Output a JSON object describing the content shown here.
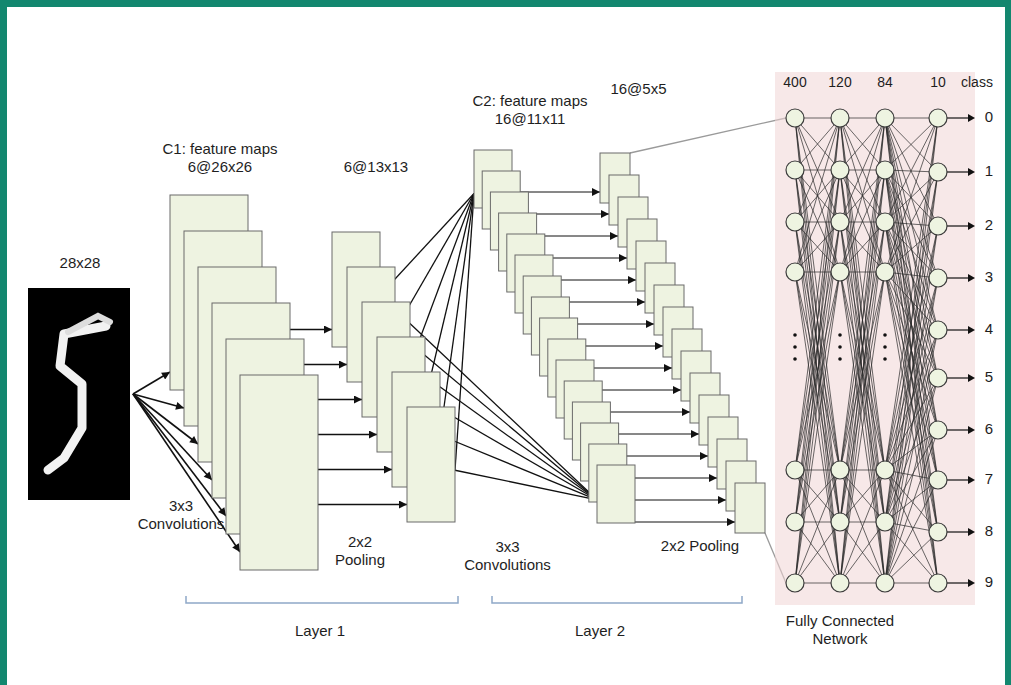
{
  "diagram": {
    "nodes": [
      {
        "text": [
          "28x28"
        ]
      },
      {
        "text": [
          "C1: feature maps 6@26x26"
        ]
      },
      {
        "text": [
          "6@13x13"
        ]
      },
      {
        "text": [
          "C2: feature maps 16@11x11"
        ]
      },
      {
        "text": [
          "16@5x5"
        ]
      },
      {
        "text": [
          "Fully Connected Network"
        ]
      }
    ],
    "edges": [
      {
        "from": 0,
        "to": 1,
        "arrow": "to"
      },
      {
        "from": 1,
        "to": 2,
        "arrow": "to"
      },
      {
        "from": 2,
        "to": 3,
        "arrow": "none"
      },
      {
        "from": 3,
        "to": 4,
        "arrow": "to"
      },
      {
        "from": 4,
        "to": 5,
        "arrow": "none"
      }
    ],
    "labels": [
      "3x3 Convolutions",
      "2x2 Pooling",
      "Layer 1",
      "3x3 Convolutions",
      "2x2 Pooling",
      "Layer 2",
      "400",
      "120",
      "84",
      "10",
      "class",
      "0",
      "1",
      "2",
      "3",
      "4",
      "5",
      "6",
      "7",
      "8",
      "9"
    ]
  }
}
